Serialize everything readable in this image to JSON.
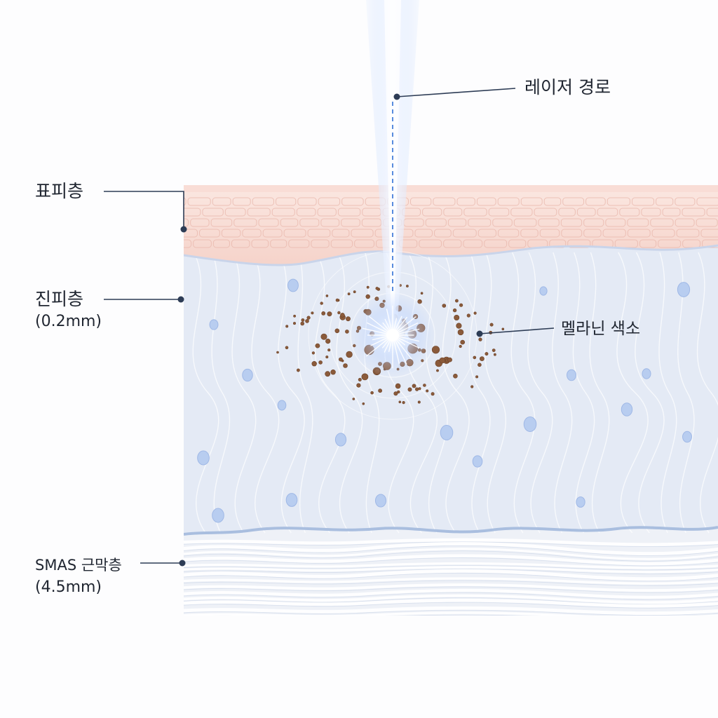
{
  "labels": {
    "epidermis": "표피층",
    "dermis": "진피층",
    "dermis_depth": "(0.2mm)",
    "smas": "SMAS 근막층",
    "smas_depth": "(4.5mm)",
    "laser": "레이저 경로",
    "melanin": "멜라닌 색소"
  },
  "colors": {
    "epidermis": "#f7d9d2",
    "dermis": "#e5ebf5",
    "smas": "#eef1f7",
    "melanin": "#8a5a3a",
    "laser": "#cfe0ff",
    "leader": "#2d3c55"
  }
}
